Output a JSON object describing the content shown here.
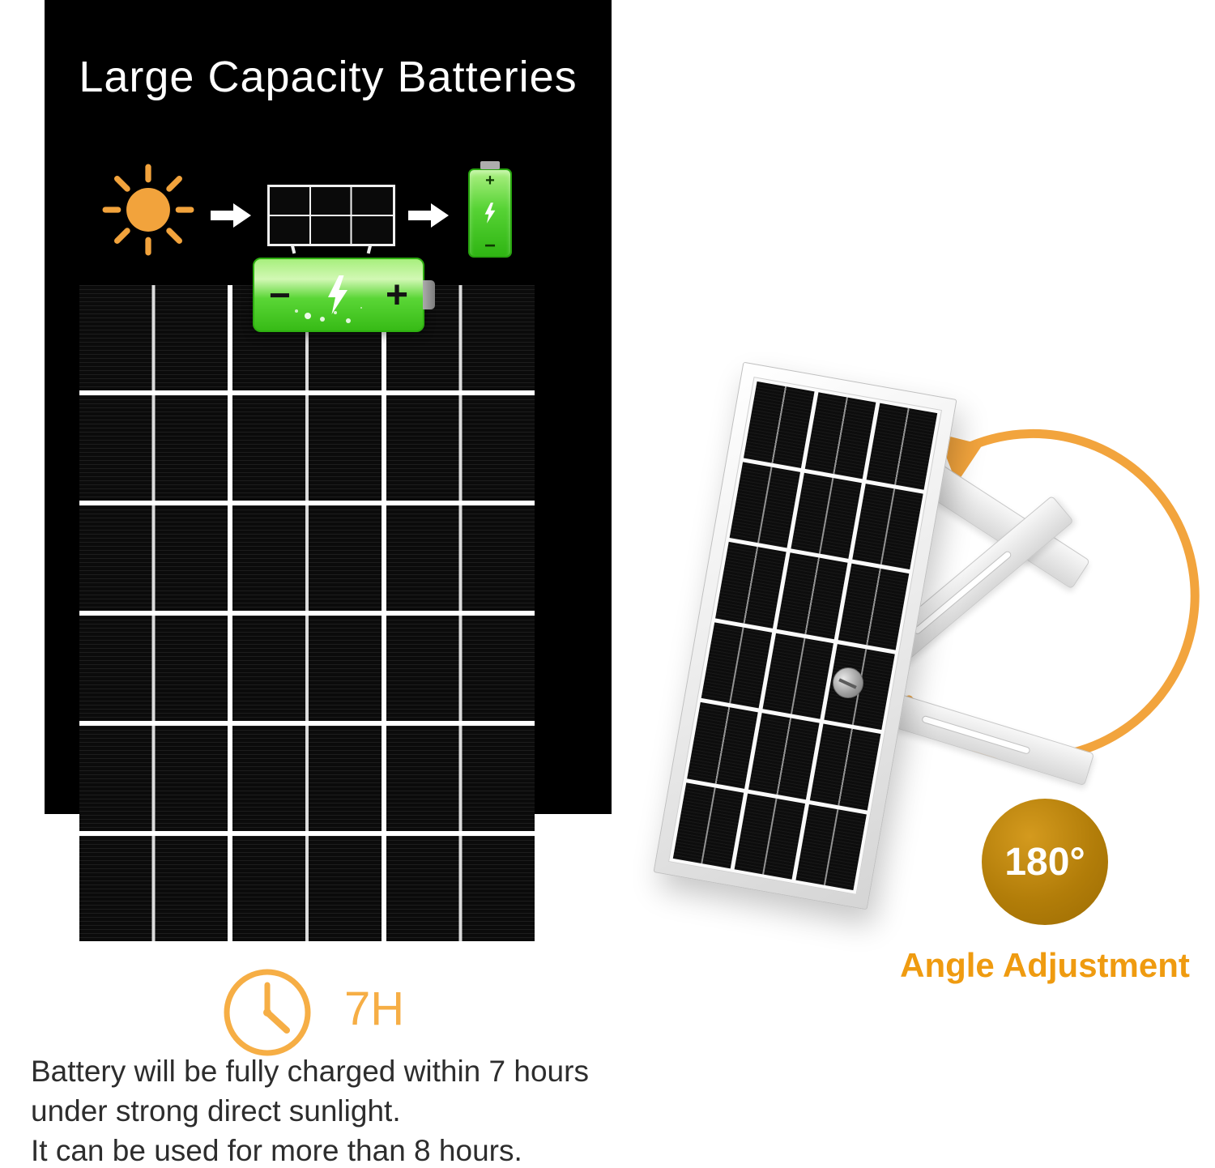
{
  "title": "Large Capacity Batteries",
  "flow": {
    "small_battery": {
      "plus": "+",
      "minus": "−"
    }
  },
  "large_battery": {
    "minus": "−",
    "plus": "+"
  },
  "angle": {
    "degrees": "180°",
    "label": "Angle Adjustment"
  },
  "charge": {
    "duration": "7H"
  },
  "description": {
    "lines": [
      "Battery will be fully charged within 7 hours",
      "under strong direct sunlight.",
      "It can be used for more than 8 hours."
    ]
  },
  "icons": {
    "sun": "sun-icon",
    "arrow_right": "arrow-right-icon",
    "solar_panel": "solar-panel-icon",
    "battery": "battery-icon",
    "lightning": "lightning-icon",
    "clock": "clock-icon",
    "rotation_arrow": "rotation-arrow-icon",
    "screw": "screw-icon"
  },
  "colors": {
    "accent_orange": "#F2A33C",
    "gold_badge": "#B27D09",
    "battery_green": "#4FD02C",
    "panel_black": "#0B0B0B",
    "background_black": "#000000",
    "text_dark": "#2D2D2D"
  }
}
